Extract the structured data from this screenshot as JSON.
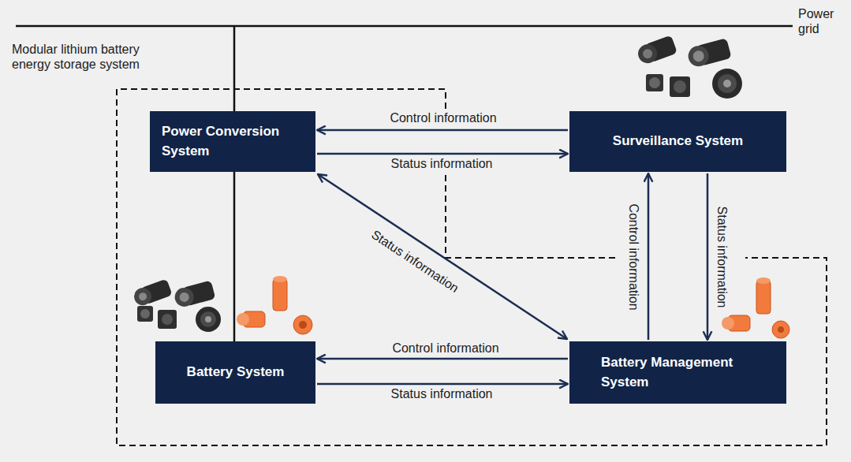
{
  "diagram": {
    "nodes": [
      {
        "text": [
          "Power Conversion System"
        ]
      },
      {
        "text": [
          "Surveillance System"
        ]
      },
      {
        "text": [
          "Battery System"
        ]
      },
      {
        "text": [
          "Battery Management System"
        ]
      }
    ],
    "edges": [
      {
        "from": 1,
        "to": 0,
        "label": "Control information",
        "arrow": "to"
      },
      {
        "from": 0,
        "to": 1,
        "label": "Status information",
        "arrow": "to"
      },
      {
        "from": 0,
        "to": 3,
        "label": "Status information",
        "arrow": "both"
      },
      {
        "from": 3,
        "to": 1,
        "label": "Control information",
        "arrow": "to"
      },
      {
        "from": 1,
        "to": 3,
        "label": "Status information",
        "arrow": "to"
      },
      {
        "from": 3,
        "to": 2,
        "label": "Control information",
        "arrow": "to"
      },
      {
        "from": 2,
        "to": 3,
        "label": "Status information",
        "arrow": "to"
      },
      {
        "from": 0,
        "to": 2,
        "arrow": "none"
      }
    ],
    "labels": [
      "Power grid",
      "Modular lithium battery energy storage system"
    ]
  }
}
